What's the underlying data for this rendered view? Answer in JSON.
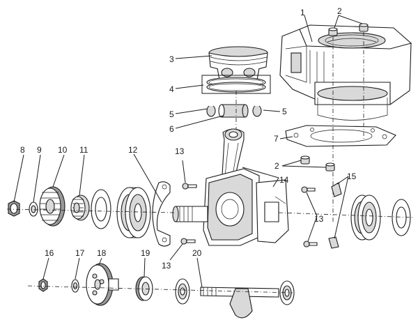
{
  "diagram": {
    "type": "exploded-parts-diagram",
    "colors": {
      "ink": "#1a1a1a",
      "paper": "#ffffff",
      "shade": "#d9d9d9",
      "dark": "#9a9a9a"
    },
    "callouts": {
      "n1": "1",
      "n2a": "2",
      "n2b": "2",
      "n3": "3",
      "n4": "4",
      "n5a": "5",
      "n5b": "5",
      "n6": "6",
      "n7": "7",
      "n8": "8",
      "n9": "9",
      "n10": "10",
      "n11": "11",
      "n12": "12",
      "n13a": "13",
      "n13b": "13",
      "n13c": "13",
      "n14": "14",
      "n15": "15",
      "n16": "16",
      "n17": "17",
      "n18": "18",
      "n19": "19",
      "n20": "20"
    }
  }
}
